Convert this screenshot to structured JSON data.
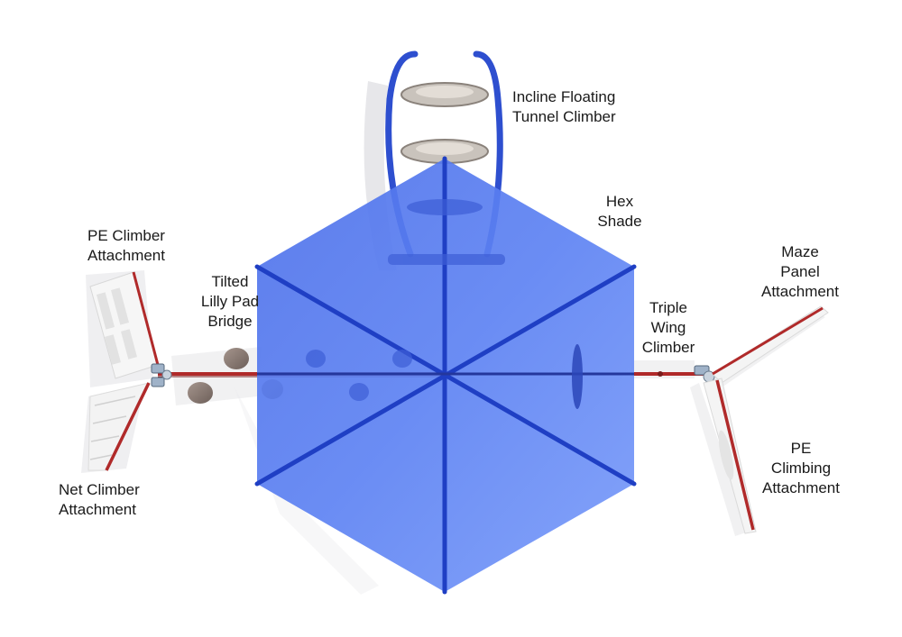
{
  "labels": {
    "incline_tunnel": "Incline Floating\nTunnel Climber",
    "hex_shade": "Hex\nShade",
    "pe_climber": "PE Climber\nAttachment",
    "lilly_pad": "Tilted\nLilly Pad\nBridge",
    "maze_panel": "Maze\nPanel\nAttachment",
    "triple_wing": "Triple\nWing\nClimber",
    "pe_climbing": "PE\nClimbing\nAttachment",
    "net_climber": "Net Climber\nAttachment"
  },
  "colors": {
    "shade_fill": "#5b7ff0",
    "shade_frame": "#1f3fc4",
    "rail_red": "#b02a2a",
    "pad_gray": "#8a7b74",
    "panel_white": "#f4f4f4",
    "shadow": "#e3e3e6"
  }
}
